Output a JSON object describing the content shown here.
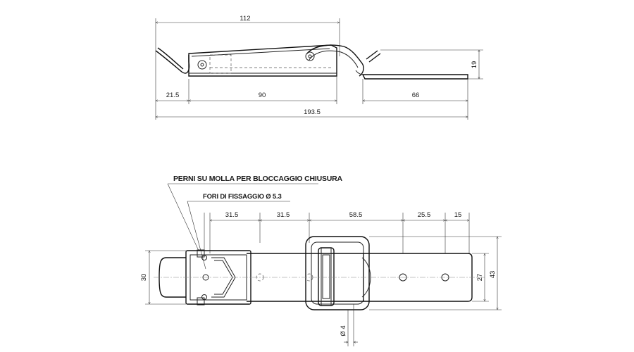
{
  "side_view": {
    "dims": {
      "overall_top": "112",
      "height": "19",
      "left_offset": "21.5",
      "body_length": "90",
      "plate_length": "66",
      "overall_length": "193.5"
    }
  },
  "top_view": {
    "labels": {
      "spring_pins": "PERNI SU MOLLA PER BLOCCAGGIO CHIUSURA",
      "fixing_holes": "FORI DI FISSAGGIO  Ø 5.3"
    },
    "dims": {
      "pitch_1": "31.5",
      "pitch_2": "31.5",
      "pitch_3": "58.5",
      "pitch_4": "25.5",
      "pitch_5": "15",
      "width_left": "30",
      "width_right_inner": "27",
      "width_right_outer": "43",
      "wire": "Ø 4"
    }
  }
}
